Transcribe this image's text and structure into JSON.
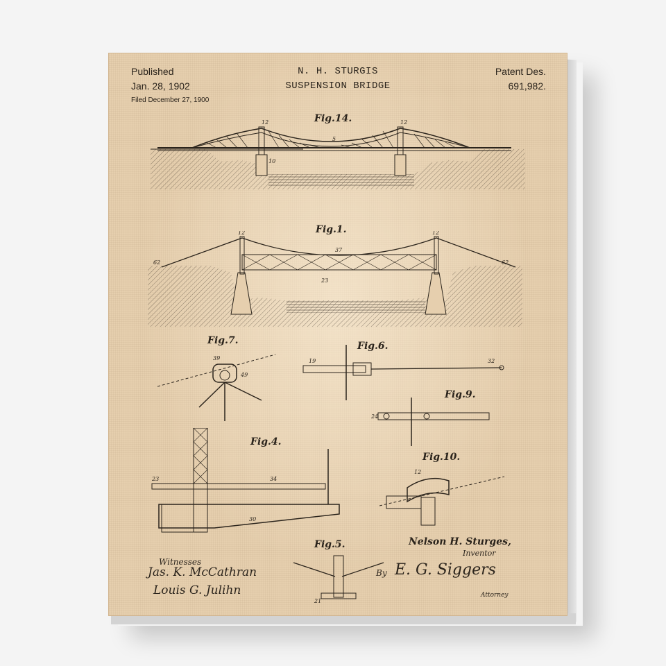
{
  "header": {
    "published_label": "Published",
    "published_date": "Jan. 28, 1902",
    "filed": "Filed December 27, 1900",
    "inventor_name": "N. H. STURGIS",
    "title": "SUSPENSION BRIDGE",
    "patent_label": "Patent Des.",
    "patent_number": "691,982."
  },
  "figures": {
    "fig14": "Fig.14.",
    "fig1": "Fig.1.",
    "fig7": "Fig.7.",
    "fig6": "Fig.6.",
    "fig9": "Fig.9.",
    "fig4": "Fig.4.",
    "fig10": "Fig.10.",
    "fig5": "Fig.5."
  },
  "signatures": {
    "witnesses_label": "Witnesses",
    "witness_1": "Jas. K. McCathran",
    "witness_2": "Louis G. Julihn",
    "inventor": "Nelson H. Sturges,",
    "inventor_role": "Inventor",
    "by_label": "By",
    "attorney_signature": "E. G. Siggers",
    "attorney_role": "Attorney"
  },
  "colors": {
    "paper": "#e6cfae",
    "ink": "#2b241c",
    "background": "#f4f4f4"
  }
}
